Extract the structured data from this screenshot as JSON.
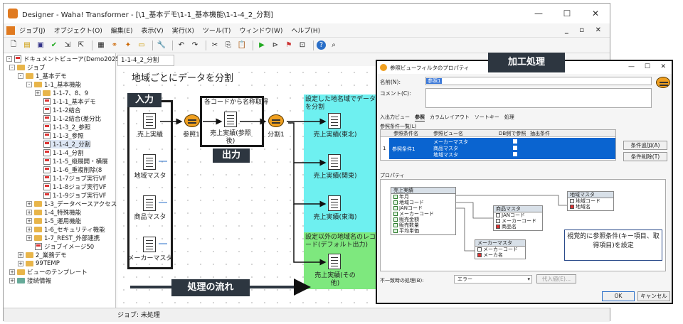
{
  "window": {
    "title": "Designer - Waha! Transformer - [\\1_基本デモ\\1-1_基本機能\\1-1-4_2_分割]",
    "minimize": "—",
    "maximize": "☐",
    "close": "✕"
  },
  "menu": {
    "items": [
      "ジョブ(J)",
      "オブジェクト(O)",
      "編集(E)",
      "表示(V)",
      "実行(X)",
      "ツール(T)",
      "ウィンドウ(W)",
      "ヘルプ(H)"
    ],
    "right": "_ ▫ ✕"
  },
  "tree": {
    "items": [
      "ドキュメントビューア(Demo2025.DB/",
      "ジョブ",
      "1_基本デモ",
      "1-1_基本機能",
      "1-1-7、8、9",
      "1-1-1_基本デモ",
      "1-1-2結合",
      "1-1-2結合(差分比",
      "1-1-3_2_参照",
      "1-1-3_参照",
      "1-1-4_2_分割",
      "1-1-4_分割",
      "1-1-5_縦展開・横展",
      "1-1-6_重複削除(8",
      "1-1-7ジョブ実行VF",
      "1-1-8ジョブ実行VF",
      "1-1-9ジョブ実行VF",
      "1-3_データベースアクセス",
      "1-4_特殊機能",
      "1-5_運用機能",
      "1-6_セキュリティ機能",
      "1-7_REST_外部連携",
      "ジョブイメージ50",
      "2_業務デモ",
      "99TEMP",
      "ビューのテンプレート",
      "接続情報"
    ]
  },
  "status": {
    "text": "ジョブ: 未処理"
  },
  "canvas": {
    "tab": "1-1-4_2_分割",
    "heading": "地域ごとにデータを分割",
    "badges": {
      "input": "入力",
      "output": "出力",
      "flow": "処理の流れ",
      "process": "加工処理"
    },
    "nodes": {
      "sales": "売上実績",
      "region_master": "地域マスタ",
      "product_master": "商品マスタ",
      "maker_master": "メーカーマスタ",
      "ref1": "参照1",
      "getname": "各コードから名称取得",
      "sales_ref": "売上実績(参照後)",
      "split1": "分割1",
      "split_note": "設定した地名域でデータを分割",
      "tohoku": "売上実績(東北)",
      "kanto": "売上実績(関東)",
      "tokai": "売上実績(東海)",
      "other_note": "設定以外の地域名のレコード(デフォルト出力)",
      "other": "売上実績(その他)"
    }
  },
  "dialog": {
    "title": "参照ビューフィルタのプロパティ",
    "name_label": "名前(N):",
    "name_value": "参照1",
    "comment_label": "コメント(C):",
    "tabs": [
      "入出力ビュー",
      "参照",
      "カラムレイアウト",
      "ソートキー",
      "処理"
    ],
    "list_label": "参照条件一覧(L)",
    "col_headers": [
      "参照条件名",
      "参照ビュー名",
      "DB側で参照",
      "抽出条件"
    ],
    "row_index": "1",
    "row_name": "参照条件1",
    "row_views": [
      "メーカーマスタ",
      "商品マスタ",
      "地域マスタ"
    ],
    "add_button": "条件追加(A)",
    "delete_button": "条件削除(T)",
    "property_label": "プロパティ",
    "sales_table": {
      "title": "売上実績",
      "fields": [
        "年月",
        "地域コード",
        "JANコード",
        "メーカーコード",
        "販売金額",
        "販売数量",
        "平均単価"
      ]
    },
    "product_table": {
      "title": "商品マスタ",
      "fields": [
        "JANコード",
        "メーカーコード",
        "商品名"
      ]
    },
    "region_table": {
      "title": "地域マスタ",
      "fields": [
        "地域コード",
        "地域名"
      ]
    },
    "maker_table": {
      "title": "メーカーマスタ",
      "fields": [
        "メーカーコード",
        "メーカ名"
      ]
    },
    "callout": "視覚的に参照条件(キー項目、取得項目)を設定",
    "mismatch_label": "不一致時の処理(B):",
    "mismatch_value": "エラー",
    "substitute_button": "代入値(E)...",
    "ok_button": "OK",
    "cancel_button": "キャンセル",
    "min": "—",
    "max": "☐",
    "close": "✕"
  }
}
